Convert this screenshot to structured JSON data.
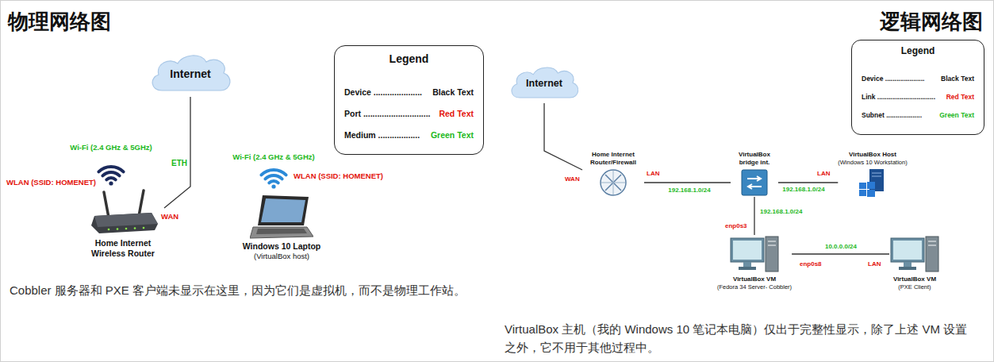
{
  "diagram": {
    "title": "物理网络图",
    "nodes": [
      {
        "text": [
          "Internet"
        ]
      },
      {
        "text": [
          "Legend",
          "Device .....................",
          "Black Text",
          "Port .............................",
          "Red Text",
          "Medium ..................",
          "Green Text"
        ]
      },
      {
        "text": [
          "Home Internet Wireless Router"
        ]
      },
      {
        "text": [
          "Windows 10 Laptop",
          "(VirtualBox host)"
        ]
      },
      {
        "text": [
          "Internet"
        ]
      },
      {
        "text": [
          "Legend",
          "Device .....................",
          "Black Text",
          "Link ...............................",
          "Red Text",
          "Subnet ...................",
          "Green Text"
        ]
      },
      {
        "text": [
          "Home Internet Router/Firewall"
        ]
      },
      {
        "text": [
          "VirtualBox bridge int."
        ]
      },
      {
        "text": [
          "VirtualBox Host",
          "(Windows 10 Workstation)"
        ]
      },
      {
        "text": [
          "VirtualBox VM",
          "(Fedora 34 Server- Cobbler)"
        ]
      },
      {
        "text": [
          "VirtualBox VM",
          "(PXE Client)"
        ]
      }
    ],
    "edges": [
      {
        "from": 0,
        "to": 2,
        "arrow": "none",
        "label": "ETH"
      },
      {
        "from": 4,
        "to": 6,
        "arrow": "none"
      },
      {
        "from": 6,
        "to": 7,
        "arrow": "none",
        "label": "192.168.1.0/24"
      },
      {
        "from": 7,
        "to": 8,
        "arrow": "none",
        "label": "192.168.1.0/24"
      },
      {
        "from": 7,
        "to": 9,
        "arrow": "none",
        "label": "192.168.1.0/24"
      },
      {
        "from": 9,
        "to": 10,
        "arrow": "none",
        "label": "10.0.0.0/24"
      }
    ],
    "labels": [
      "逻辑网络图",
      "Wi-Fi (2.4 GHz & 5GHz)",
      "WLAN (SSID: HOMENET)",
      "WAN",
      "Wi-Fi (2.4 GHz & 5GHz)",
      "WLAN (SSID: HOMENET)",
      "Cobbler 服务器和 PXE 客户端未显示在这里，因为它们是虚拟机，而不是物理工作站。",
      "WAN",
      "LAN",
      "LAN",
      "enp0s3",
      "enp0s8",
      "LAN",
      "VirtualBox 主机（我的 Windows 10 笔记本电脑）仅出于完整性显示，除了上述 VM 设置之外，它不用于其他过程中。"
    ]
  }
}
